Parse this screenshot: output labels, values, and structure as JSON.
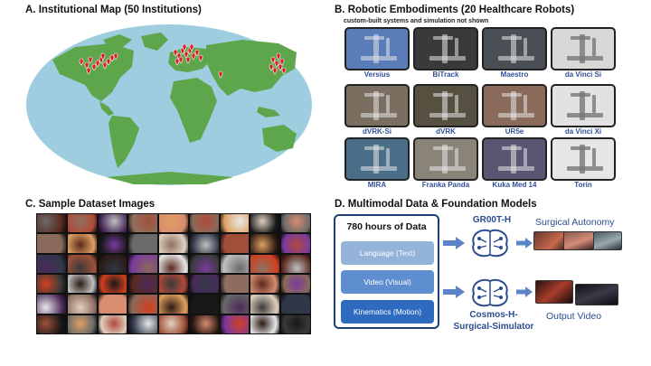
{
  "panels": {
    "a_title": "A. Institutional Map (50 Institutions)",
    "b_title": "B. Robotic Embodiments (20 Healthcare Robots)",
    "b_note": "custom-built systems and simulation not shown",
    "c_title": "C. Sample Dataset Images",
    "d_title": "D. Multimodal Data & Foundation Models"
  },
  "robots": [
    {
      "label": "Versius",
      "bg": "#5a7cb8"
    },
    {
      "label": "BiTrack",
      "bg": "#3a3a3a"
    },
    {
      "label": "Maestro",
      "bg": "#4a4f55"
    },
    {
      "label": "da Vinci Si",
      "bg": "#d8d8d8"
    },
    {
      "label": "dVRK-Si",
      "bg": "#7a6e60"
    },
    {
      "label": "dVRK",
      "bg": "#55503f"
    },
    {
      "label": "UR5e",
      "bg": "#8a6a5a"
    },
    {
      "label": "da Vinci Xi",
      "bg": "#e2e2e2"
    },
    {
      "label": "MIRA",
      "bg": "#4a6e88"
    },
    {
      "label": "Franka Panda",
      "bg": "#8a8478"
    },
    {
      "label": "Kuka Med 14",
      "bg": "#5a5570"
    },
    {
      "label": "Torin",
      "bg": "#e6e6e6"
    }
  ],
  "data_box": {
    "title": "780 hours of Data",
    "modalities": [
      {
        "label": "Language (Text)",
        "color": "#93b3db"
      },
      {
        "label": "Video (Visual)",
        "color": "#5f8ed0"
      },
      {
        "label": "Kinematics (Motion)",
        "color": "#2e6bbf"
      }
    ]
  },
  "models": {
    "top": "GR00T-H",
    "bottom_line1": "Cosmos-H-",
    "bottom_line2": "Surgical-Simulator"
  },
  "outputs": {
    "top": "Surgical Autonomy",
    "bottom": "Output Video"
  },
  "colors": {
    "ocean": "#9fcde0",
    "land": "#5ea64c",
    "pin": "#d81f26",
    "accent": "#2b4c8f"
  }
}
